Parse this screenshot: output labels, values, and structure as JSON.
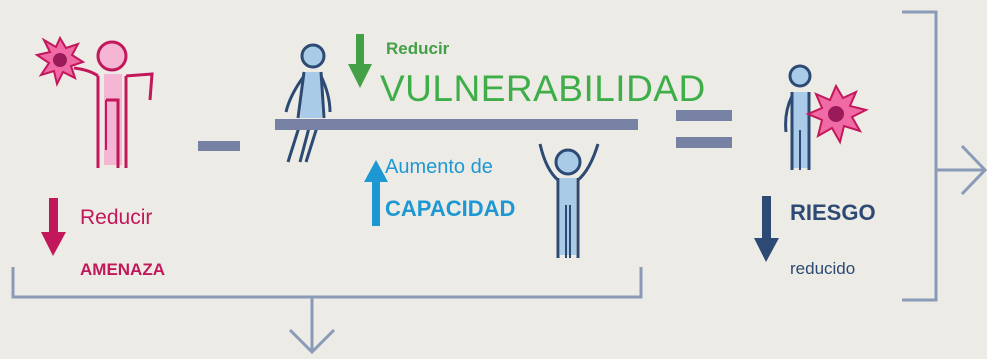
{
  "labels": {
    "threat_action": "Reducir",
    "threat_word": "AMENAZA",
    "vulnerability_action": "Reducir",
    "vulnerability_word": "VULNERABILIDAD",
    "capacity_action": "Aumento de",
    "capacity_word": "CAPACIDAD",
    "risk_word": "RIESGO",
    "risk_state": "reducido"
  },
  "operators": {
    "minus": "−",
    "equals": "="
  },
  "colors": {
    "background": "#edebe6",
    "threat": "#c2185b",
    "threat_light": "#f4b6d2",
    "vulnerability": "#3fae49",
    "capacity": "#1e98d3",
    "risk": "#2c4a73",
    "figure_outline": "#2c4a73",
    "figure_fill": "#a9cbe8",
    "bracket": "#8a9bb8",
    "bar": "#7681a3"
  }
}
